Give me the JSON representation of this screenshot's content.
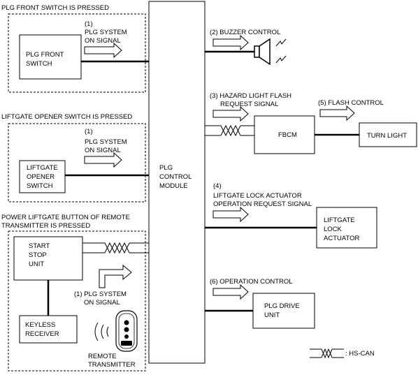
{
  "sections": {
    "front_switch_title": "PLG FRONT SWITCH IS PRESSED",
    "opener_title": "LIFTGATE OPENER SWITCH IS PRESSED",
    "remote_title_1": "POWER LIFTGATE BUTTON OF REMOTE",
    "remote_title_2": "TRANSMITTER IS PRESSED"
  },
  "components": {
    "plg_front_switch": [
      "PLG FRONT",
      "SWITCH"
    ],
    "liftgate_opener_switch": [
      "LIFTGATE",
      "OPENER",
      "SWITCH"
    ],
    "start_stop_unit": [
      "START",
      "STOP",
      "UNIT"
    ],
    "keyless_receiver": [
      "KEYLESS",
      "RECEIVER"
    ],
    "remote_transmitter": [
      "REMOTE",
      "TRANSMITTER"
    ],
    "plg_control_module": [
      "PLG",
      "CONTROL",
      "MODULE"
    ],
    "fbcm": "FBCM",
    "turn_light": "TURN LIGHT",
    "liftgate_lock_actuator": [
      "LIFTGATE",
      "LOCK",
      "ACTUATOR"
    ],
    "plg_drive_unit": [
      "PLG DRIVE",
      "UNIT"
    ]
  },
  "signals": {
    "s1_num": "(1)",
    "s1_a": "PLG SYSTEM",
    "s1_b": "ON SIGNAL",
    "s1_remote_a": "(1) PLG SYSTEM",
    "s1_remote_b": "ON SIGNAL",
    "s2": "(2) BUZZER CONTROL",
    "s3_a": "(3) HAZARD LIGHT FLASH",
    "s3_b": "REQUEST SIGNAL",
    "s4_num": "(4)",
    "s4_a": "LIFTGATE LOCK ACTUATOR",
    "s4_b": "OPERATION REQUEST SIGNAL",
    "s5": "(5) FLASH CONTROL",
    "s6": "(6) OPERATION CONTROL"
  },
  "legend": {
    "hs_can": ": HS-CAN"
  },
  "icons": [
    "buzzer-icon",
    "sound-waves-icon",
    "remote-key-icon",
    "hs-can-twisted-pair-icon",
    "signal-arrow-icon"
  ]
}
